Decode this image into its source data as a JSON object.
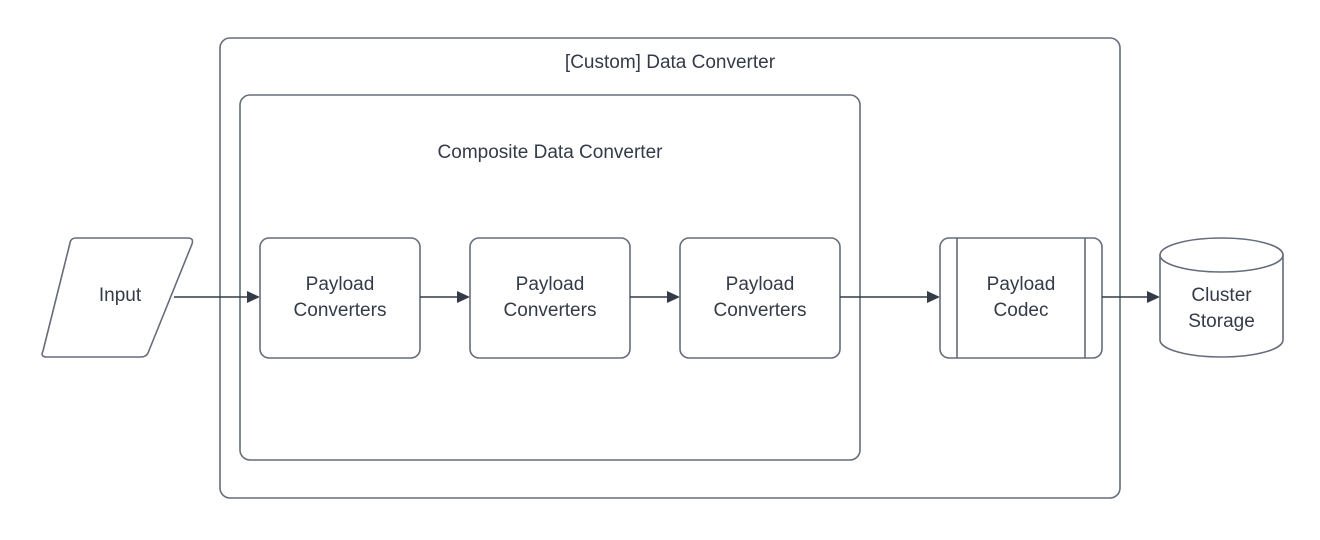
{
  "diagram": {
    "title": "[Custom] Data Converter",
    "background_color": "#ffffff",
    "stroke_color": "#666d7a",
    "text_color": "#343b48",
    "connector_color": "#343b48",
    "containers": [
      {
        "id": "custom-data-converter",
        "label": "[Custom] Data Converter",
        "shape": "rounded-rectangle"
      },
      {
        "id": "composite-data-converter",
        "label": "Composite Data Converter",
        "shape": "rounded-rectangle"
      }
    ],
    "nodes": [
      {
        "id": "input",
        "label": "Input",
        "shape": "parallelogram"
      },
      {
        "id": "payload-converters-1",
        "label_line_1": "Payload",
        "label_line_2": "Converters",
        "shape": "rounded-rectangle"
      },
      {
        "id": "payload-converters-2",
        "label_line_1": "Payload",
        "label_line_2": "Converters",
        "shape": "rounded-rectangle"
      },
      {
        "id": "payload-converters-3",
        "label_line_1": "Payload",
        "label_line_2": "Converters",
        "shape": "rounded-rectangle"
      },
      {
        "id": "payload-codec",
        "label_line_1": "Payload",
        "label_line_2": "Codec",
        "shape": "subprocess"
      },
      {
        "id": "cluster-storage",
        "label_line_1": "Cluster",
        "label_line_2": "Storage",
        "shape": "cylinder"
      }
    ],
    "connectors": [
      {
        "id": "input-to-pc1",
        "from": "input",
        "to": "payload-converters-1",
        "arrow": "single"
      },
      {
        "id": "pc1-to-pc2",
        "from": "payload-converters-1",
        "to": "payload-converters-2",
        "arrow": "single"
      },
      {
        "id": "pc2-to-pc3",
        "from": "payload-converters-2",
        "to": "payload-converters-3",
        "arrow": "single"
      },
      {
        "id": "pc3-to-codec",
        "from": "payload-converters-3",
        "to": "payload-codec",
        "arrow": "single"
      },
      {
        "id": "codec-to-storage",
        "from": "payload-codec",
        "to": "cluster-storage",
        "arrow": "single"
      }
    ]
  }
}
